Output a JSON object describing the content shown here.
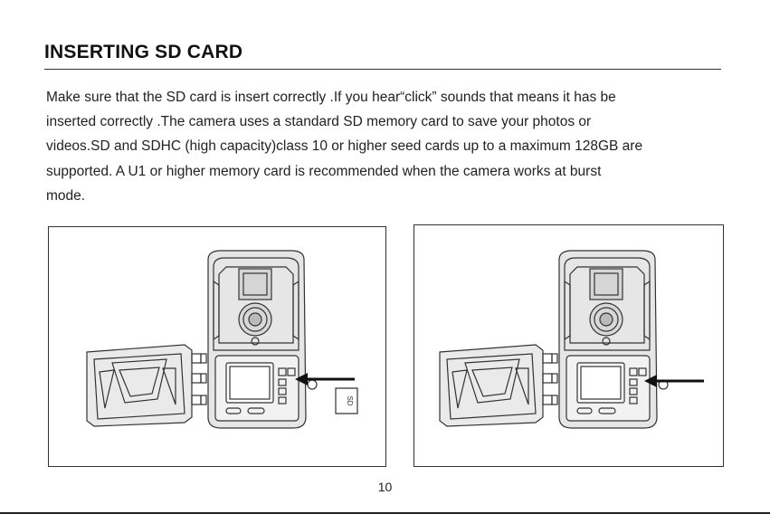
{
  "title": "INSERTING SD CARD",
  "paragraph_lines": [
    "Make sure that the SD card is insert correctly .If you hear“click” sounds that means it has be",
    "inserted correctly .The camera uses a standard SD memory card to save your photos or",
    "videos.SD and SDHC (high capacity)class 10 or higher seed cards up to a maximum 128GB are",
    "supported. A U1 or higher memory card is recommended when the camera works at burst",
    "mode."
  ],
  "sd_card_label": "SD",
  "page_number": "10"
}
